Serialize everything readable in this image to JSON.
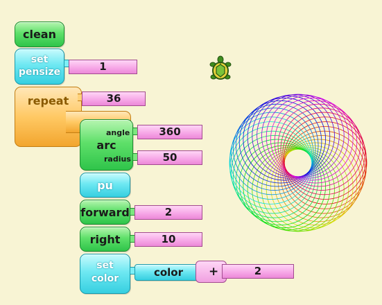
{
  "blocks": {
    "clean": "clean",
    "set_pensize_line1": "set",
    "set_pensize_line2": "pensize",
    "pensize_value": "1",
    "repeat": "repeat",
    "repeat_value": "36",
    "arc": "arc",
    "arc_angle_label": "angle",
    "arc_angle_value": "360",
    "arc_radius_label": "radius",
    "arc_radius_value": "50",
    "pu": "pu",
    "forward": "forward",
    "forward_value": "2",
    "right": "right",
    "right_value": "10",
    "set_color_line1": "set",
    "set_color_line2": "color",
    "color_reporter": "color",
    "plus_operator": "+",
    "plus_value": "2"
  },
  "canvas": {
    "turtle_icon": "turtle-icon",
    "drawing": {
      "repeat_count": 36,
      "circle_radius": 50,
      "turn_degrees": 10,
      "forward_step": 2
    }
  }
}
